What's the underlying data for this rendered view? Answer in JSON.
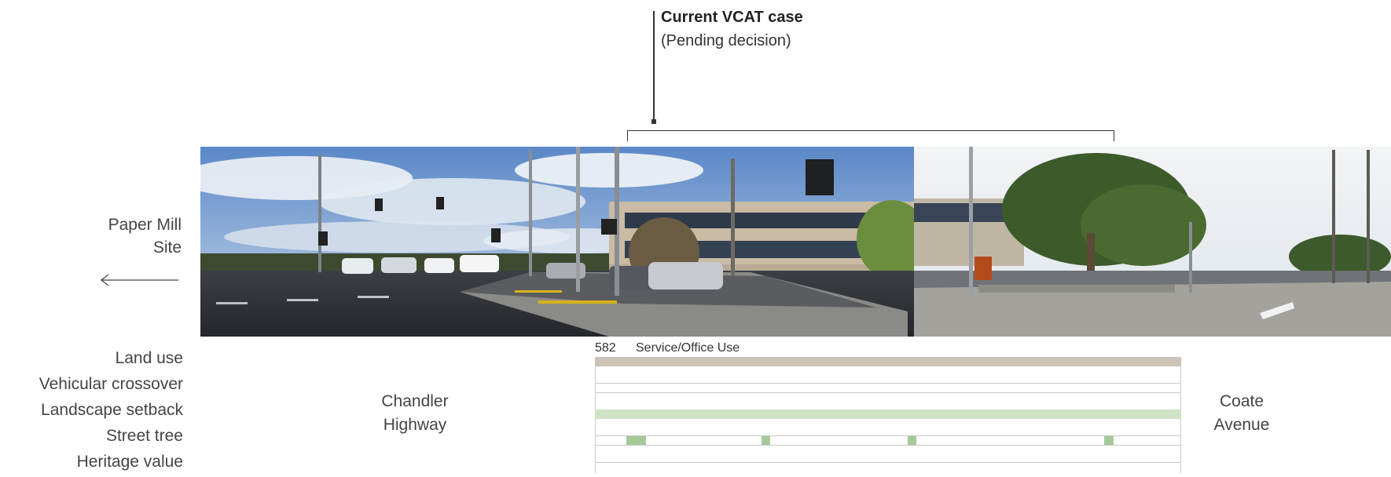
{
  "vcat": {
    "title": "Current VCAT case",
    "subtitle": "(Pending decision)"
  },
  "left_site": {
    "line1": "Paper Mill",
    "line2": "Site",
    "arrow_icon": "left-arrow-icon"
  },
  "row_labels": [
    "Land use",
    "Vehicular crossover",
    "Landscape setback",
    "Street tree",
    "Heritage value"
  ],
  "streets": {
    "west_line1": "Chandler",
    "west_line2": "Highway",
    "east_line1": "Coate",
    "east_line2": "Avenue"
  },
  "property": {
    "number": "582",
    "use": "Service/Office Use"
  },
  "colors": {
    "land_use": "#cbc3b5",
    "landscape": "#cfe2c5",
    "street_tree": "#a7c99a",
    "grid_line": "#c8c8c8",
    "text": "#444444"
  }
}
